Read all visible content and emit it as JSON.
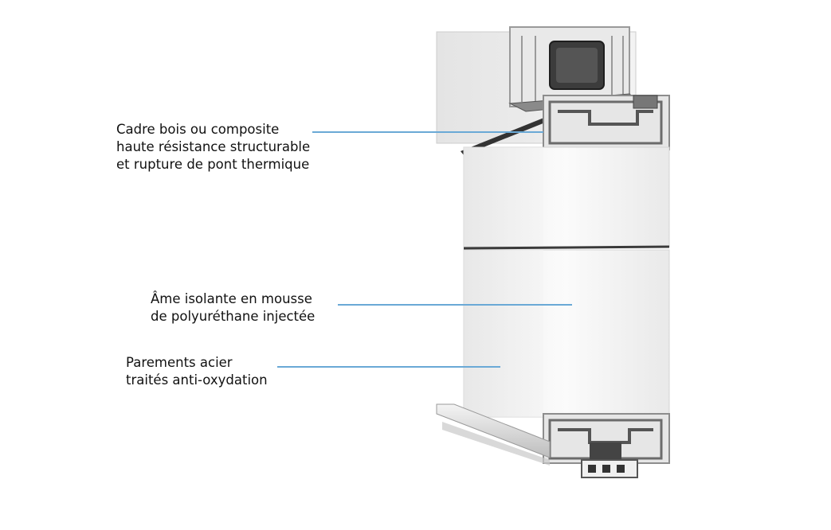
{
  "labels": {
    "frame": {
      "lines": [
        "Cadre bois ou composite",
        "haute résistance structurable",
        "et rupture de pont thermique"
      ]
    },
    "core": {
      "lines": [
        "Âme isolante en mousse",
        "de polyuréthane injectée"
      ]
    },
    "facing": {
      "lines": [
        "Parements acier",
        "traités anti-oxydation"
      ]
    }
  },
  "colors": {
    "leader_line": "#6aa9d6",
    "text": "#111111",
    "panel_face": "#f6f6f6",
    "panel_edge": "#cfcfcf",
    "profile_dark": "#3a3a3a",
    "profile_mid": "#8a8a8a"
  },
  "icons": {
    "door_cross_section": "door-section-illustration"
  }
}
